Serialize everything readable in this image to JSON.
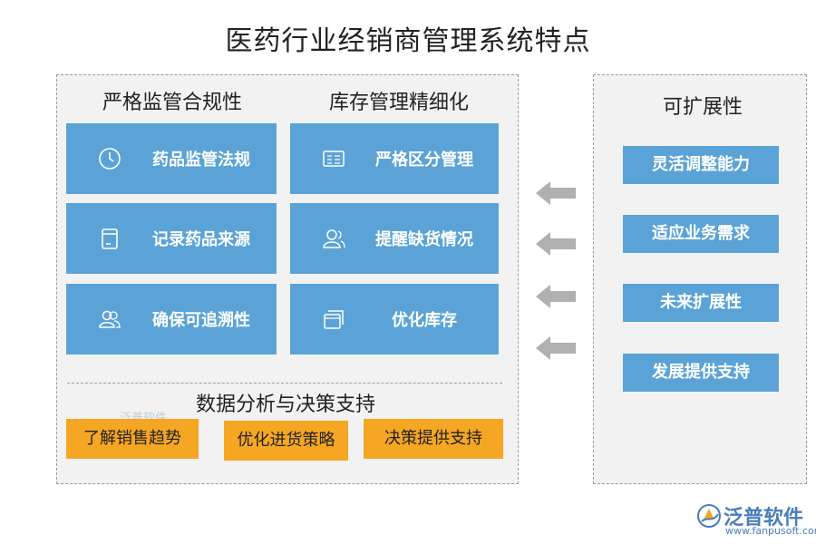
{
  "title": "医药行业经销商管理系统特点",
  "sections": {
    "compliance": {
      "title": "严格监管合规性",
      "items": [
        {
          "label": "药品监管法规",
          "icon": "clock-icon"
        },
        {
          "label": "记录药品来源",
          "icon": "document-icon"
        },
        {
          "label": "确保可追溯性",
          "icon": "users-icon"
        }
      ]
    },
    "inventory": {
      "title": "库存管理精细化",
      "items": [
        {
          "label": "严格区分管理",
          "icon": "list-icon"
        },
        {
          "label": "提醒缺货情况",
          "icon": "user-icon"
        },
        {
          "label": "优化库存",
          "icon": "stack-icon"
        }
      ]
    },
    "analysis": {
      "title": "数据分析与决策支持",
      "items": [
        "了解销售趋势",
        "优化进货策略",
        "决策提供支持"
      ]
    },
    "scalability": {
      "title": "可扩展性",
      "items": [
        "灵活调整能力",
        "适应业务需求",
        "未来扩展性",
        "发展提供支持"
      ]
    }
  },
  "watermark": "泛普软件",
  "logo": {
    "brand": "泛普软件",
    "url": "www.fanpusoft.com"
  },
  "colors": {
    "card_blue": "#5ba3d6",
    "orange": "#f5a623",
    "arrow_gray": "#b0b0b0",
    "panel_bg": "#f2f2f2"
  }
}
